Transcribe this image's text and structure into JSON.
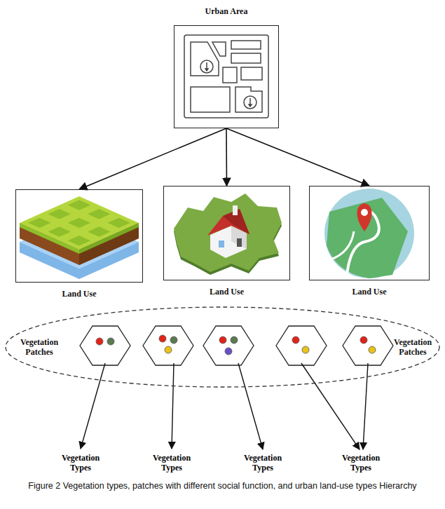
{
  "diagram": {
    "caption": "Figure 2 Vegetation types, patches with different social function, and urban land-use types Hierarchy",
    "nodes": [
      {
        "text": [
          "Urban Area"
        ]
      },
      {
        "text": [
          "Land Use"
        ]
      },
      {
        "text": [
          "Land Use"
        ]
      },
      {
        "text": [
          "Land Use"
        ]
      },
      {
        "text": [
          "Vegetation Patches",
          "Vegetation Patches"
        ]
      }
    ],
    "edges": [
      {
        "from": 0,
        "to": 1,
        "arrow": "to"
      },
      {
        "from": 0,
        "to": 2,
        "arrow": "to"
      },
      {
        "from": 0,
        "to": 3,
        "arrow": "to"
      }
    ],
    "labels": [
      "Vegetation Types",
      "Vegetation Types",
      "Vegetation Types",
      "Vegetation Types"
    ]
  }
}
